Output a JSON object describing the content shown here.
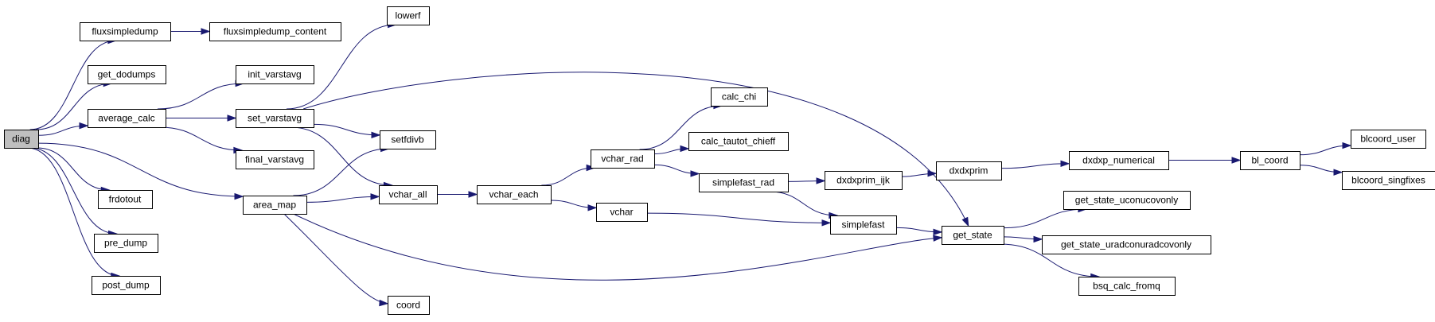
{
  "colors": {
    "edge": "#191970",
    "root_fill": "#bfbfbf",
    "node_fill": "#ffffff",
    "node_border": "#000000"
  },
  "nodes": [
    {
      "id": "diag",
      "label": "diag",
      "root": true
    },
    {
      "id": "fluxsimpledump",
      "label": "fluxsimpledump"
    },
    {
      "id": "fluxsimpledump_content",
      "label": "fluxsimpledump_content"
    },
    {
      "id": "get_dodumps",
      "label": "get_dodumps"
    },
    {
      "id": "average_calc",
      "label": "average_calc"
    },
    {
      "id": "init_varstavg",
      "label": "init_varstavg"
    },
    {
      "id": "set_varstavg",
      "label": "set_varstavg"
    },
    {
      "id": "final_varstavg",
      "label": "final_varstavg"
    },
    {
      "id": "lowerf",
      "label": "lowerf"
    },
    {
      "id": "setfdivb",
      "label": "setfdivb"
    },
    {
      "id": "frdotout",
      "label": "frdotout"
    },
    {
      "id": "area_map",
      "label": "area_map"
    },
    {
      "id": "vchar_all",
      "label": "vchar_all"
    },
    {
      "id": "vchar_each",
      "label": "vchar_each"
    },
    {
      "id": "pre_dump",
      "label": "pre_dump"
    },
    {
      "id": "post_dump",
      "label": "post_dump"
    },
    {
      "id": "coord",
      "label": "coord"
    },
    {
      "id": "calc_chi",
      "label": "calc_chi"
    },
    {
      "id": "calc_tautot_chieff",
      "label": "calc_tautot_chieff"
    },
    {
      "id": "vchar_rad",
      "label": "vchar_rad"
    },
    {
      "id": "simplefast_rad",
      "label": "simplefast_rad"
    },
    {
      "id": "vchar",
      "label": "vchar"
    },
    {
      "id": "dxdxprim_ijk",
      "label": "dxdxprim_ijk"
    },
    {
      "id": "simplefast",
      "label": "simplefast"
    },
    {
      "id": "dxdxprim",
      "label": "dxdxprim"
    },
    {
      "id": "get_state",
      "label": "get_state"
    },
    {
      "id": "dxdxp_numerical",
      "label": "dxdxp_numerical"
    },
    {
      "id": "get_state_uconucovonly",
      "label": "get_state_uconucovonly"
    },
    {
      "id": "get_state_uradconuradcovonly",
      "label": "get_state_uradconuradcovonly"
    },
    {
      "id": "bsq_calc_fromq",
      "label": "bsq_calc_fromq"
    },
    {
      "id": "bl_coord",
      "label": "bl_coord"
    },
    {
      "id": "blcoord_user",
      "label": "blcoord_user"
    },
    {
      "id": "blcoord_singfixes",
      "label": "blcoord_singfixes"
    }
  ],
  "edges": [
    [
      "diag",
      "fluxsimpledump"
    ],
    [
      "diag",
      "get_dodumps"
    ],
    [
      "diag",
      "average_calc"
    ],
    [
      "diag",
      "area_map"
    ],
    [
      "diag",
      "frdotout"
    ],
    [
      "diag",
      "pre_dump"
    ],
    [
      "diag",
      "post_dump"
    ],
    [
      "fluxsimpledump",
      "fluxsimpledump_content"
    ],
    [
      "average_calc",
      "init_varstavg"
    ],
    [
      "average_calc",
      "set_varstavg"
    ],
    [
      "average_calc",
      "final_varstavg"
    ],
    [
      "set_varstavg",
      "lowerf"
    ],
    [
      "set_varstavg",
      "get_state"
    ],
    [
      "set_varstavg",
      "setfdivb"
    ],
    [
      "set_varstavg",
      "vchar_all"
    ],
    [
      "area_map",
      "setfdivb"
    ],
    [
      "area_map",
      "vchar_all"
    ],
    [
      "area_map",
      "get_state"
    ],
    [
      "area_map",
      "coord"
    ],
    [
      "vchar_all",
      "vchar_each"
    ],
    [
      "vchar_each",
      "vchar_rad"
    ],
    [
      "vchar_each",
      "vchar"
    ],
    [
      "vchar_rad",
      "calc_chi"
    ],
    [
      "vchar_rad",
      "calc_tautot_chieff"
    ],
    [
      "vchar_rad",
      "simplefast_rad"
    ],
    [
      "simplefast_rad",
      "dxdxprim_ijk"
    ],
    [
      "simplefast_rad",
      "simplefast"
    ],
    [
      "vchar",
      "simplefast"
    ],
    [
      "dxdxprim_ijk",
      "dxdxprim"
    ],
    [
      "dxdxprim",
      "dxdxp_numerical"
    ],
    [
      "dxdxp_numerical",
      "bl_coord"
    ],
    [
      "bl_coord",
      "blcoord_user"
    ],
    [
      "bl_coord",
      "blcoord_singfixes"
    ],
    [
      "simplefast",
      "get_state"
    ],
    [
      "get_state",
      "get_state_uconucovonly"
    ],
    [
      "get_state",
      "get_state_uradconuradcovonly"
    ],
    [
      "get_state",
      "bsq_calc_fromq"
    ]
  ]
}
